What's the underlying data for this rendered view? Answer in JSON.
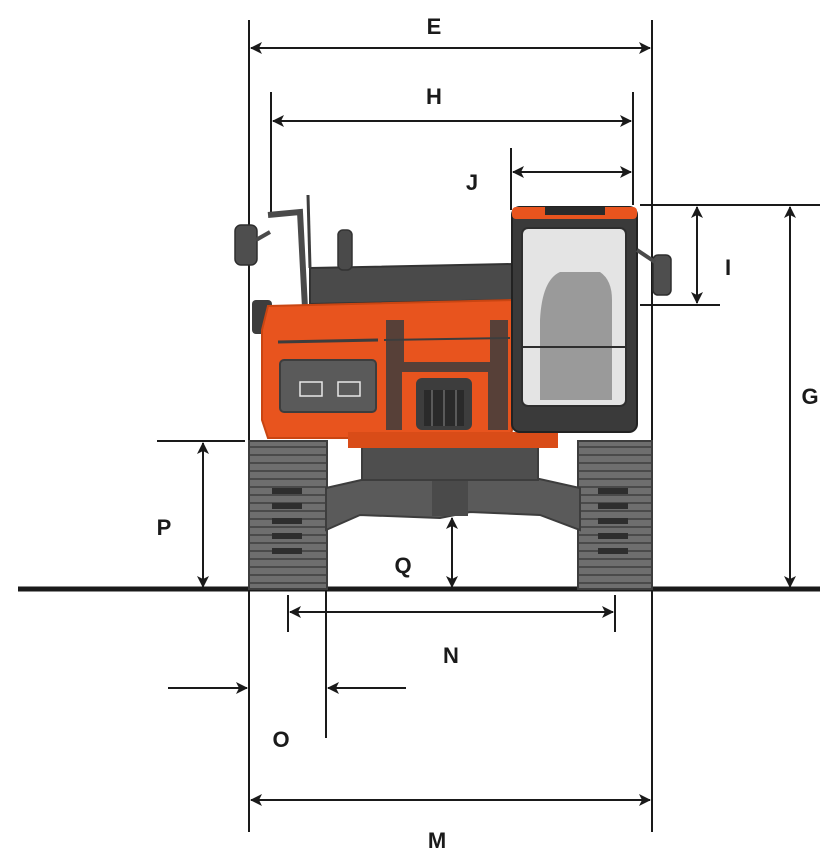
{
  "dimensions": {
    "E": "E",
    "H": "H",
    "J": "J",
    "I": "I",
    "G": "G",
    "P": "P",
    "Q": "Q",
    "N": "N",
    "O": "O",
    "M": "M"
  },
  "colors": {
    "body_orange": "#e8541e",
    "body_orange_dark": "#c94512",
    "machine_dark": "#3d3d3d",
    "machine_mid": "#5a5a5a",
    "track_gray": "#6e6e6e",
    "glass_light": "#e4e4e4",
    "seat_gray": "#9a9a9a",
    "line_black": "#1a1a1a"
  }
}
